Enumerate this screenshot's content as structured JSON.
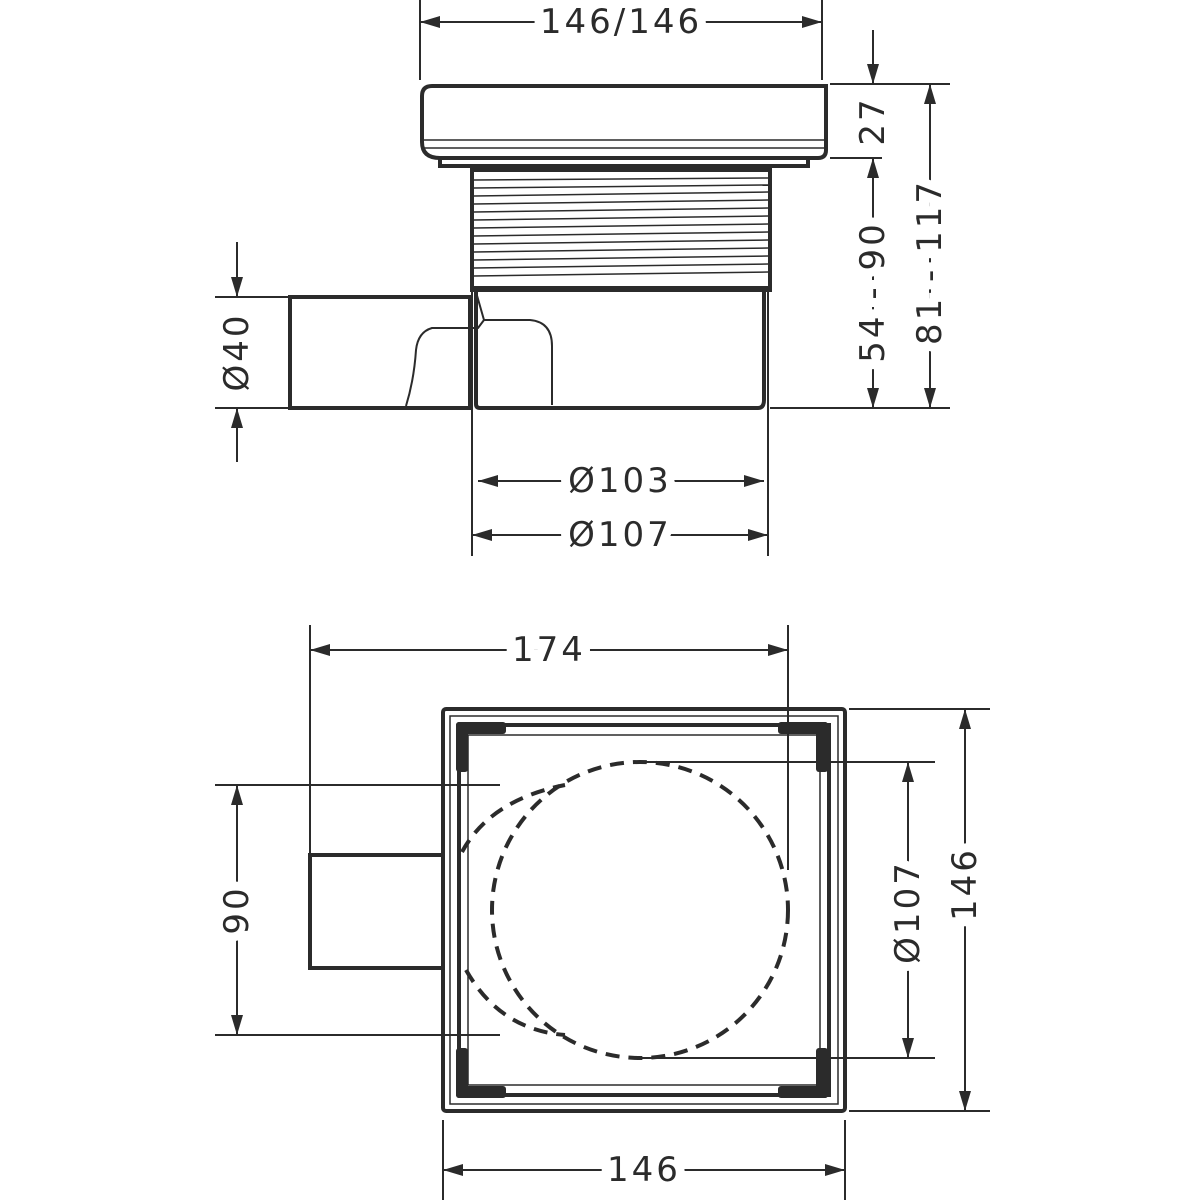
{
  "side_view": {
    "width_label": "146/146",
    "grate_height_label": "27",
    "body_height_label": "54 - 90",
    "total_height_label": "81 - 117",
    "outlet_label": "Ø40",
    "inner_diameter_label": "Ø103",
    "outer_diameter_label": "Ø107"
  },
  "plan_view": {
    "overall_length_label": "174",
    "outlet_offset_label": "90",
    "diameter_label": "Ø107",
    "height_label": "146",
    "width_label": "146"
  }
}
